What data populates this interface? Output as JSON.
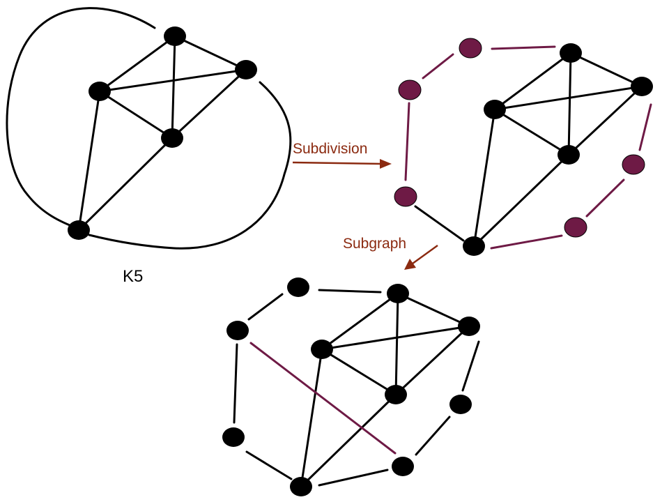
{
  "labels": {
    "k5": "K5",
    "subdivision": "Subdivision",
    "subgraph": "Subgraph"
  },
  "colors": {
    "edge": "#000000",
    "vertex": "#000000",
    "subdivision_vertex": "#6e1a45",
    "subdivision_edge": "#6e1a45",
    "arrow": "#8b2a10"
  },
  "graphs": [
    {
      "name": "k5",
      "vertices": [
        "top",
        "left",
        "right",
        "center",
        "bottom"
      ],
      "edges": [
        [
          "top",
          "left"
        ],
        [
          "top",
          "right"
        ],
        [
          "top",
          "center"
        ],
        [
          "left",
          "right"
        ],
        [
          "left",
          "center"
        ],
        [
          "right",
          "center"
        ],
        [
          "left",
          "bottom"
        ],
        [
          "center",
          "bottom"
        ],
        [
          "top",
          "bottom"
        ],
        [
          "right",
          "bottom"
        ]
      ]
    },
    {
      "name": "subdivision",
      "vertices": [
        "top",
        "left",
        "right",
        "center",
        "bottom",
        "s1",
        "s2",
        "s3",
        "s4",
        "s5"
      ],
      "subdivision_vertices": [
        "s1",
        "s2",
        "s3",
        "s4",
        "s5"
      ],
      "edges": [
        [
          "top",
          "left"
        ],
        [
          "top",
          "right"
        ],
        [
          "top",
          "center"
        ],
        [
          "left",
          "right"
        ],
        [
          "left",
          "center"
        ],
        [
          "right",
          "center"
        ],
        [
          "left",
          "bottom"
        ],
        [
          "center",
          "bottom"
        ]
      ],
      "subdivided_paths": [
        [
          "bottom",
          "s3",
          "s2",
          "s1",
          "top"
        ],
        [
          "right",
          "s4",
          "s5",
          "bottom"
        ]
      ]
    },
    {
      "name": "subgraph",
      "vertices": [
        "top",
        "left",
        "right",
        "center",
        "bottom",
        "a",
        "b",
        "c",
        "d",
        "e"
      ],
      "edges": [
        [
          "top",
          "left"
        ],
        [
          "top",
          "right"
        ],
        [
          "top",
          "center"
        ],
        [
          "left",
          "right"
        ],
        [
          "left",
          "center"
        ],
        [
          "right",
          "center"
        ],
        [
          "left",
          "bottom"
        ],
        [
          "center",
          "bottom"
        ],
        [
          "bottom",
          "c"
        ],
        [
          "c",
          "b"
        ],
        [
          "b",
          "a"
        ],
        [
          "a",
          "top"
        ],
        [
          "right",
          "d"
        ],
        [
          "d",
          "e"
        ],
        [
          "e",
          "bottom"
        ]
      ],
      "highlighted_edges": [
        [
          "b",
          "e"
        ]
      ]
    }
  ]
}
